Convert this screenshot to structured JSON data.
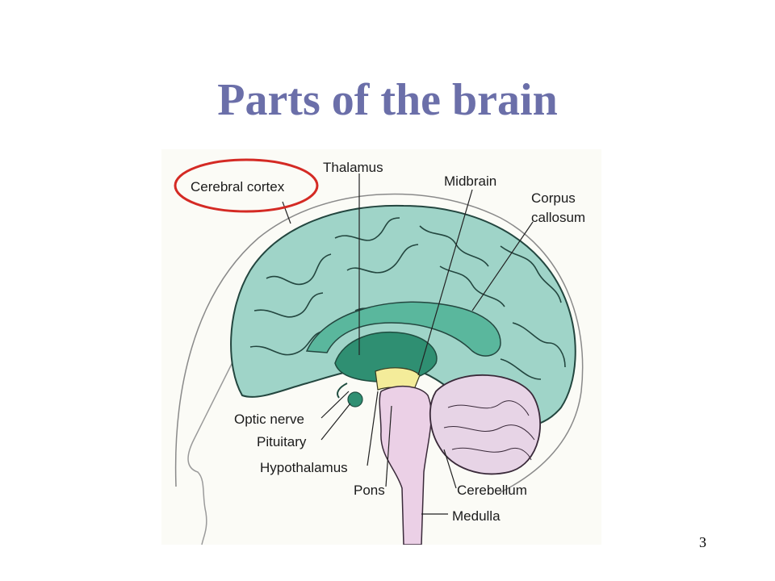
{
  "slide": {
    "title": "Parts of the brain",
    "slide_number": "3"
  },
  "colors": {
    "title": "#6b6fa9",
    "cerebrum": "#9fd4c8",
    "deep_green": "#2f8f72",
    "corpus_callosum": "#5ab79d",
    "cerebellum": "#e7d4e6",
    "brainstem": "#ebd0e6",
    "midbrain": "#f4ec9a",
    "highlight_oval": "#d42a24"
  },
  "diagram": {
    "labels": {
      "cerebral_cortex": "Cerebral cortex",
      "thalamus": "Thalamus",
      "midbrain": "Midbrain",
      "corpus_callosum_line1": "Corpus",
      "corpus_callosum_line2": "callosum",
      "optic_nerve": "Optic nerve",
      "pituitary": "Pituitary",
      "hypothalamus": "Hypothalamus",
      "pons": "Pons",
      "cerebellum": "Cerebellum",
      "medulla": "Medulla"
    },
    "highlighted_label": "cerebral_cortex"
  }
}
